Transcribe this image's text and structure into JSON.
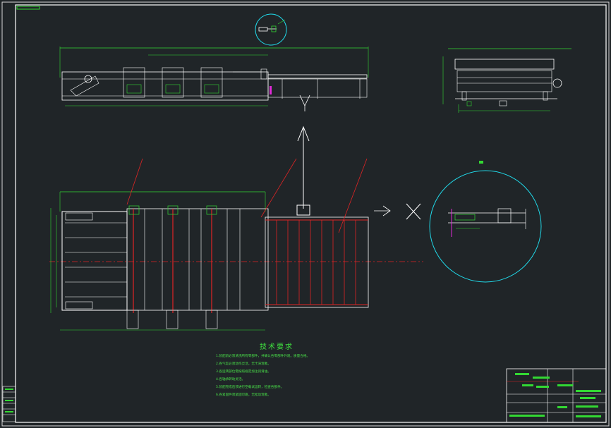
{
  "drawing": {
    "background": "#202528",
    "line_colors": {
      "frame": "#ffffff",
      "red": "#e02525",
      "green": "#33d833",
      "cyan": "#20d8e8",
      "magenta": "#e02ad8"
    }
  },
  "tech_requirements": {
    "title": "技术要求",
    "items": [
      "1.装配前必须清洗所有零部件，并确认各零部件外观，质量合格。",
      "2.各气缸必须动作灵活，无卡滞现象。",
      "3.各运转部位需按照规范加注润滑油。",
      "4.各轴承转动灵活。",
      "5.装配完成后须进行空载试运转，检查各部件。",
      "6.各紧固件须紧固可靠，无松动现象。"
    ]
  }
}
